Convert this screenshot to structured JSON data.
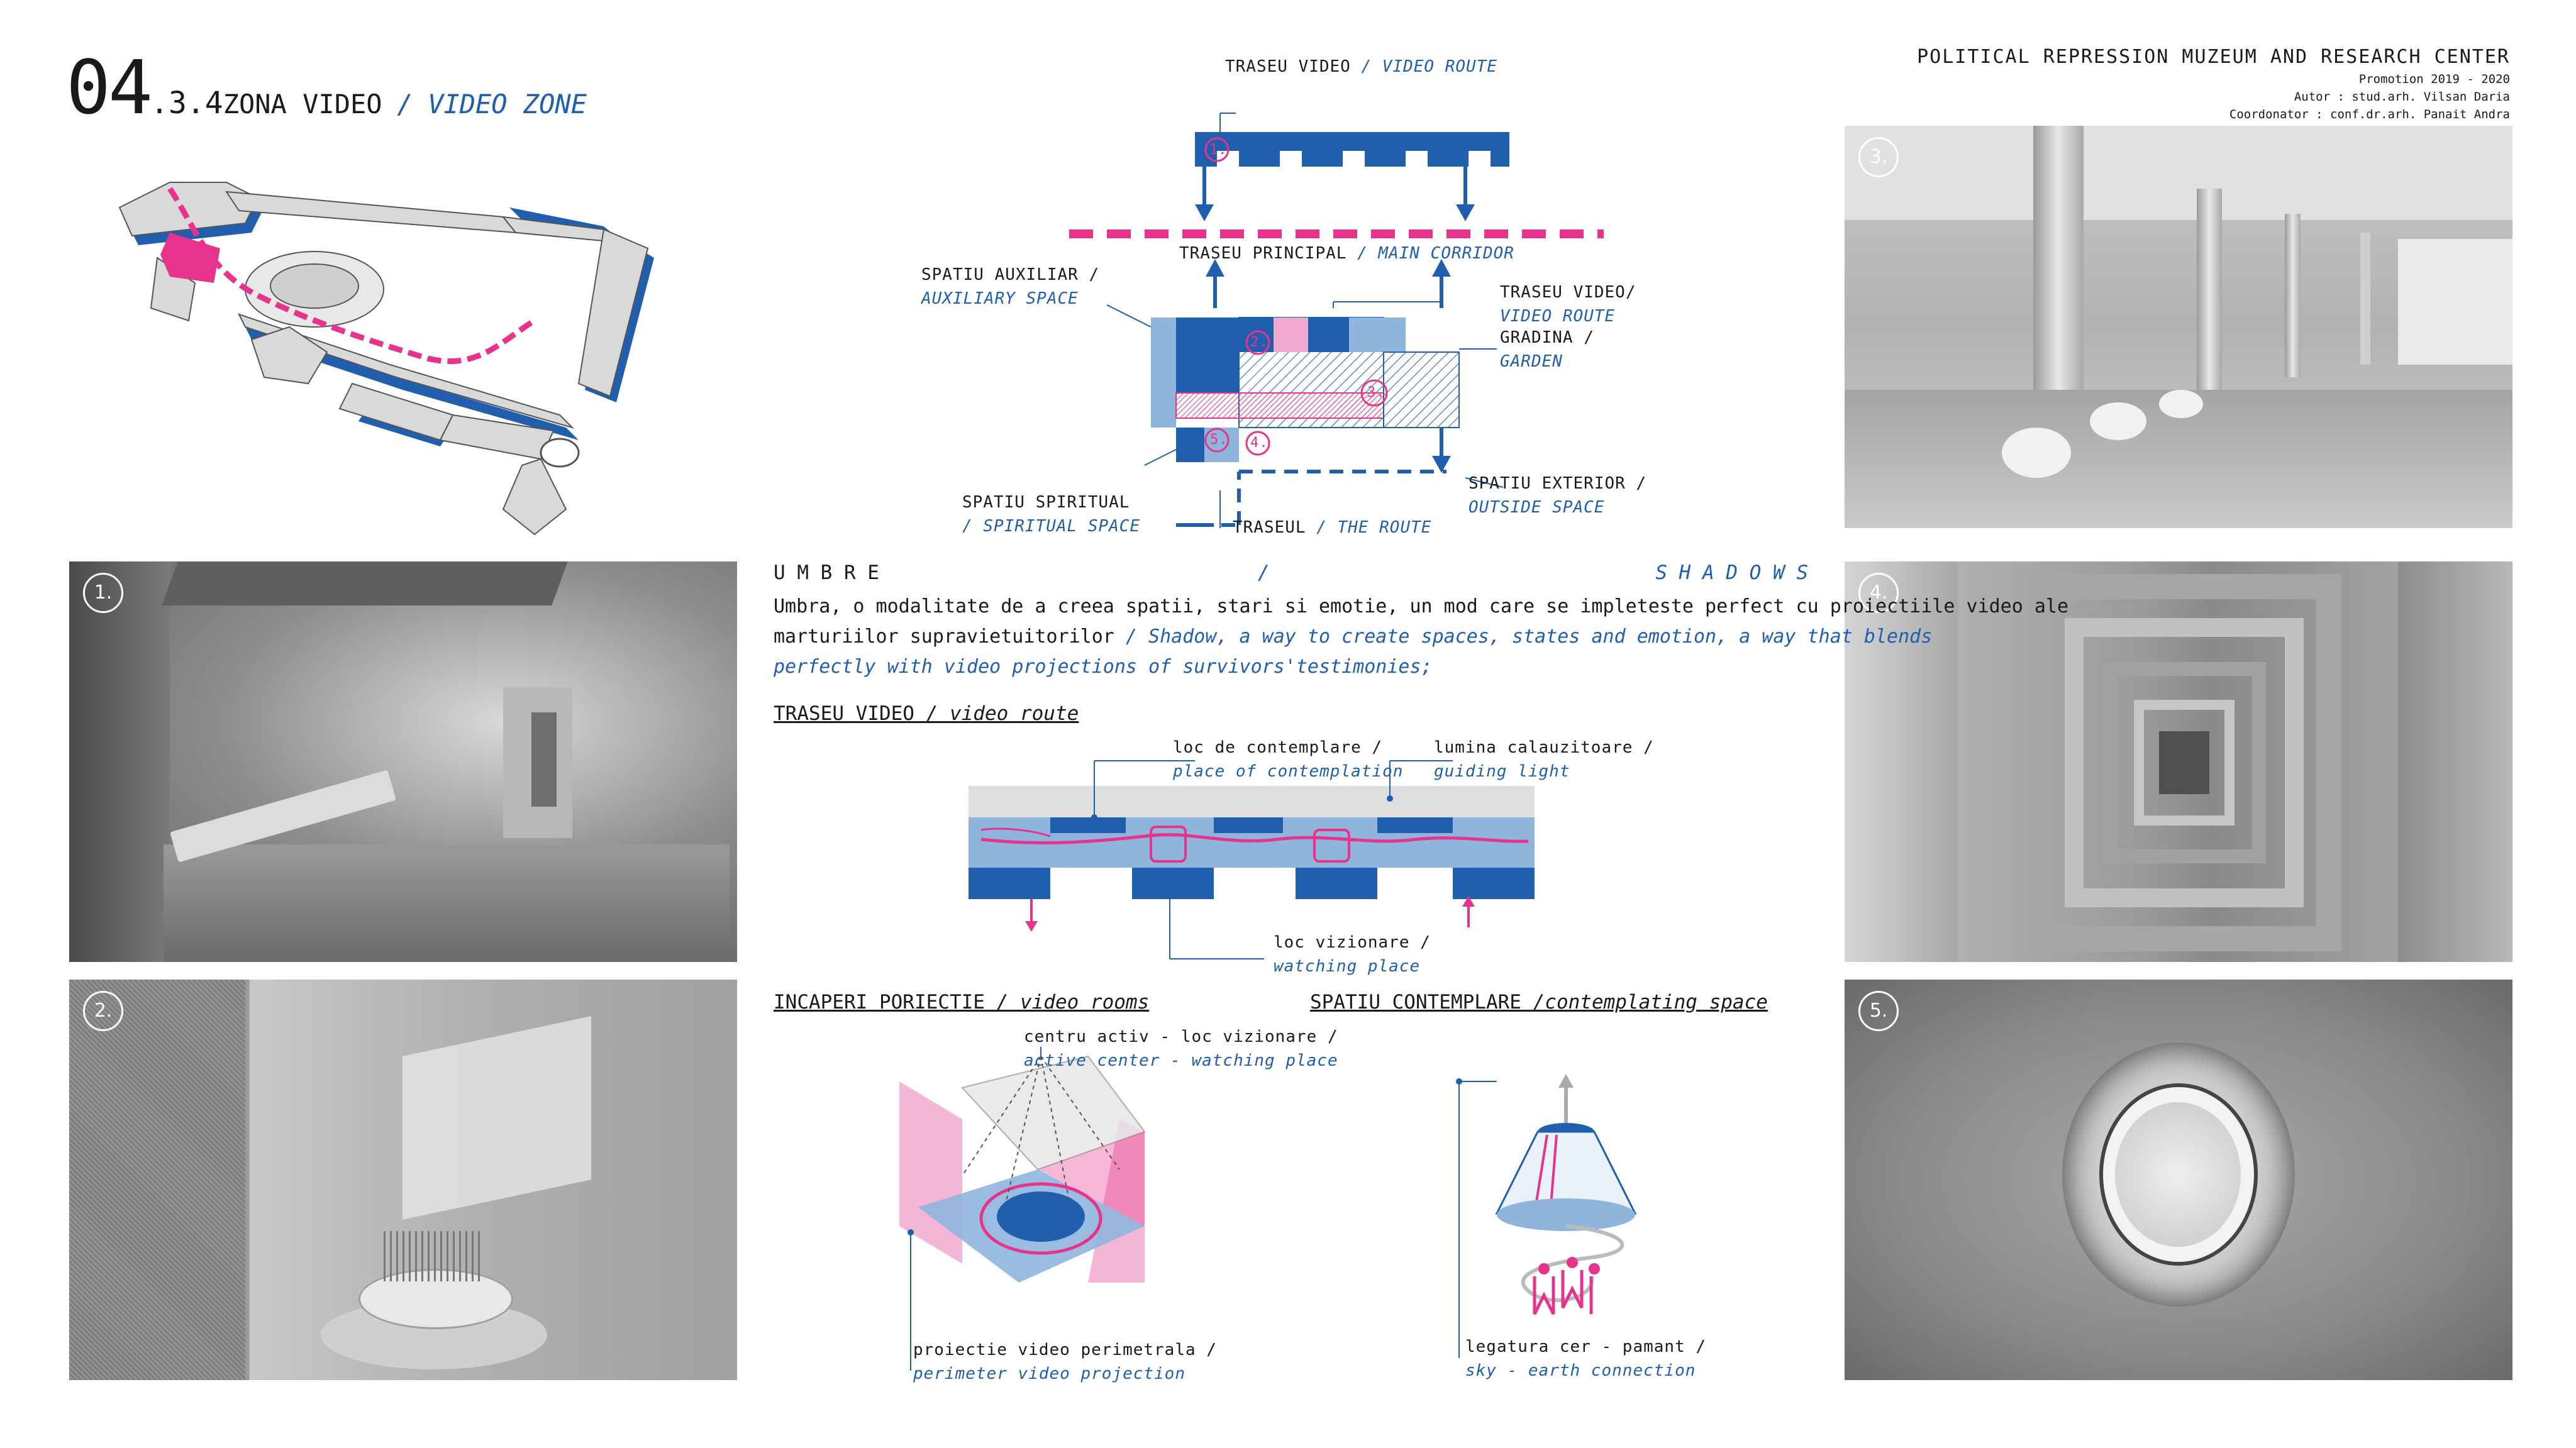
{
  "header": {
    "number": "04",
    "section": ".3.4",
    "title_ro": "ZONA VIDEO",
    "sep": "/",
    "title_en": "VIDEO ZONE"
  },
  "project": {
    "title": "POLITICAL REPRESSION MUZEUM AND RESEARCH CENTER",
    "promotion": "Promotion 2019 - 2020",
    "author": "Autor : stud.arh. Vilsan Daria",
    "coordinator": "Coordonator : conf.dr.arh. Panait Andra"
  },
  "photos": [
    {
      "label": "1."
    },
    {
      "label": "2."
    },
    {
      "label": "3."
    },
    {
      "label": "4."
    },
    {
      "label": "5."
    }
  ],
  "plan": {
    "video_route_top": "TRASEU VIDEO",
    "video_route_top_en": "/ VIDEO ROUTE",
    "main_corridor": "TRASEU PRINCIPAL",
    "main_corridor_en": "/ MAIN CORRIDOR",
    "aux_ro": "SPATIU AUXILIAR /",
    "aux_en": "AUXILIARY SPACE",
    "video_route_ro": "TRASEU VIDEO/",
    "video_route_en": "VIDEO ROUTE",
    "garden_ro": "GRADINA /",
    "garden_en": "GARDEN",
    "spiritual_ro": "SPATIU  SPIRITUAL",
    "spiritual_en": "/ SPIRITUAL SPACE",
    "route_ro": "TRASEUL",
    "route_en": "/ THE ROUTE",
    "outside_ro": "SPATIU EXTERIOR /",
    "outside_en": "OUTSIDE SPACE",
    "n1": "1.",
    "n2": "2.",
    "n3": "3.",
    "n4": "4.",
    "n5": "5."
  },
  "shadows": {
    "title_ro": "U M B R E",
    "sep": "/",
    "title_en": "S H A D O W S",
    "text_ro_1": "Umbra, o modalitate de a creea spatii, stari si emotie, un mod care se impleteste perfect cu proiectiile video ale",
    "text_ro_2": "marturiilor supravietuitorilor",
    "text_en_1": "/ Shadow, a way to create spaces, states and emotion, a way that blends",
    "text_en_2": "perfectly with video projections of survivors'testimonies;"
  },
  "route_section": {
    "heading_ro": "TRASEU VIDEO",
    "heading_en": "/ video route",
    "contemplation_ro": "loc  de  contemplare  /",
    "contemplation_en": "place of contemplation",
    "light_ro": "lumina calauzitoare /",
    "light_en": "guiding light",
    "watching_ro": "loc vizionare  /",
    "watching_en": "watching place"
  },
  "rooms_section": {
    "heading_ro": "INCAPERI PORIECTIE",
    "heading_en": "/ video rooms",
    "center_ro": "centru activ - loc vizionare /",
    "center_en": "active center - watching place",
    "projection_ro": "proiectie video perimetrala /",
    "projection_en": "perimeter video projection"
  },
  "contemplate_section": {
    "heading_ro": "SPATIU CONTEMPLARE",
    "heading_en": "/contemplating space",
    "link_ro": "legatura cer - pamant /",
    "link_en": "sky - earth connection"
  },
  "colors": {
    "blue": "#1f5fae",
    "pink": "#e8338c",
    "light_blue": "#8fb5dd"
  }
}
